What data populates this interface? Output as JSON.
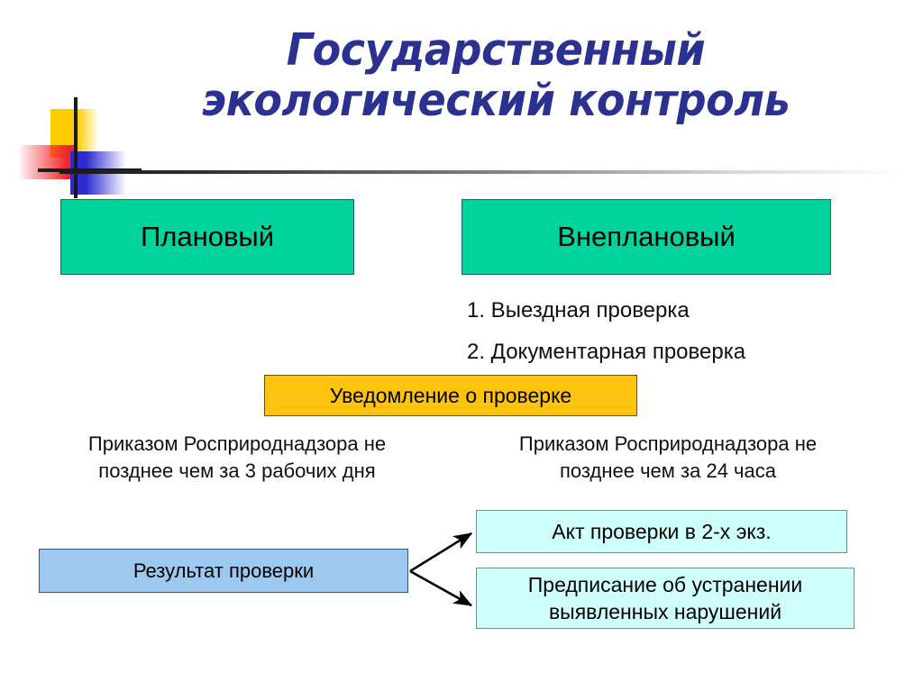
{
  "slide": {
    "title_line1": "Государственный",
    "title_line2": "экологический контроль",
    "title_color": "#2b3191"
  },
  "control_types": [
    {
      "label": "Плановый",
      "color": "#00d49c"
    },
    {
      "label": "Внеплановый",
      "color": "#00d49c"
    }
  ],
  "unscheduled_checks": [
    "1. Выездная проверка",
    "2. Документарная проверка"
  ],
  "notice": {
    "label": "Уведомление о проверке",
    "color": "#ffc20e"
  },
  "notice_terms": {
    "left_line1": "Приказом Росприроднадзора не",
    "left_line2": "позднее чем за 3 рабочих дня",
    "right_line1": "Приказом Росприроднадзора не",
    "right_line2": "позднее чем за 24 часа"
  },
  "result": {
    "label": "Результат проверки",
    "color": "#9dc9f0"
  },
  "result_outputs": [
    {
      "label": "Акт проверки в 2-х экз.",
      "color": "#cffffa"
    },
    {
      "line1": "Предписание об устранении",
      "line2": "выявленных нарушений",
      "color": "#cffffa"
    }
  ],
  "decoration": {
    "yellow": "#ffcc00",
    "red": "#f4242b",
    "blue": "#2b2bd0",
    "cross": "#1a1a1a"
  }
}
